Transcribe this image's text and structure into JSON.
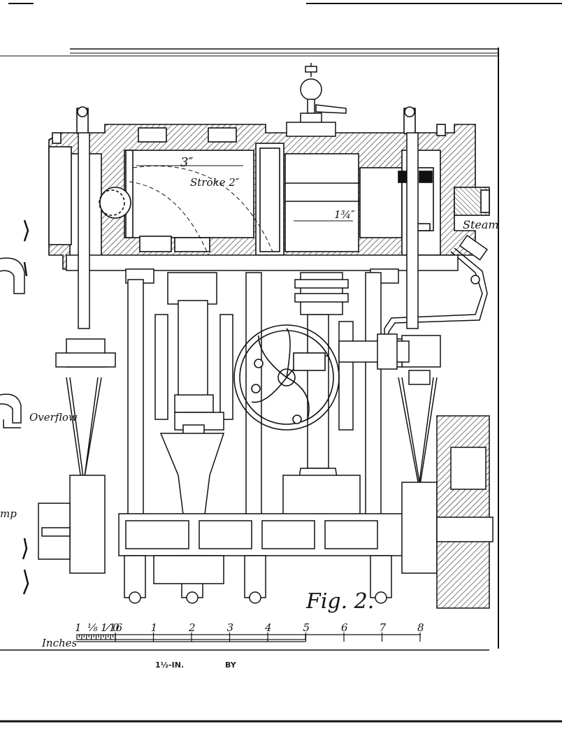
{
  "figure": {
    "label": "Fig. 2.",
    "annotations": {
      "bore": "3″",
      "stroke": "Stroke 2″",
      "piston_dim": "1¾″",
      "steam": "Steam",
      "overflow": "Overflow",
      "pump_fragment": "mp"
    }
  },
  "scale_bar": {
    "unit_label": "Inches",
    "fraction_labels": [
      "1",
      "⅛",
      "1⁄16"
    ],
    "major_labels": [
      "0",
      "1",
      "2",
      "3",
      "4",
      "5",
      "6",
      "7",
      "8"
    ]
  },
  "caption_fragments": [
    "1½-IN.",
    "BY"
  ]
}
